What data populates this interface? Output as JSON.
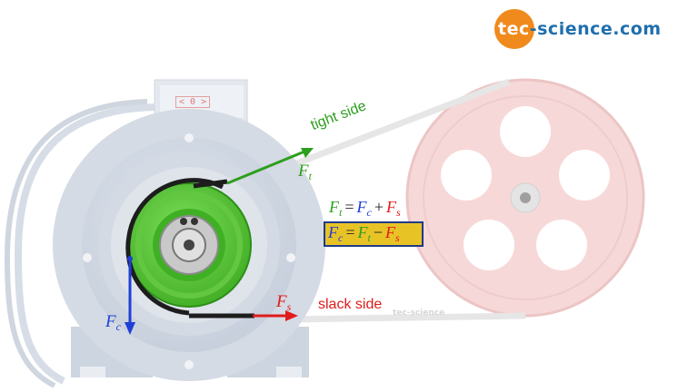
{
  "brand": {
    "part1": "tec",
    "part2": "-science.com"
  },
  "labels": {
    "tight_side": "tight side",
    "slack_side": "slack side",
    "watermark": "tec-science",
    "terminal_box": "< 0 >"
  },
  "forces": {
    "tight": {
      "symbol": "F",
      "sub": "t"
    },
    "slack": {
      "symbol": "F",
      "sub": "s"
    },
    "centrifugal": {
      "symbol": "F",
      "sub": "c"
    }
  },
  "equations": [
    {
      "terms": [
        {
          "sym": "F",
          "sub": "t",
          "color": "#2e9e1e"
        },
        {
          "op": "="
        },
        {
          "sym": "F",
          "sub": "c",
          "color": "#1f3fd6"
        },
        {
          "op": "+"
        },
        {
          "sym": "F",
          "sub": "s",
          "color": "#e01b1b"
        }
      ]
    },
    {
      "terms": [
        {
          "sym": "F",
          "sub": "c",
          "color": "#1f3fd6"
        },
        {
          "op": "="
        },
        {
          "sym": "F",
          "sub": "t",
          "color": "#2e9e1e"
        },
        {
          "op": "−"
        },
        {
          "sym": "F",
          "sub": "s",
          "color": "#e01b1b"
        }
      ]
    }
  ],
  "colors": {
    "tight": "#2e9e1e",
    "slack": "#e01b1b",
    "centrifugal": "#1f3fd6",
    "brand_orange": "#f08a1c",
    "brand_blue": "#1f6fae",
    "highlight_box": "#e8c326"
  }
}
